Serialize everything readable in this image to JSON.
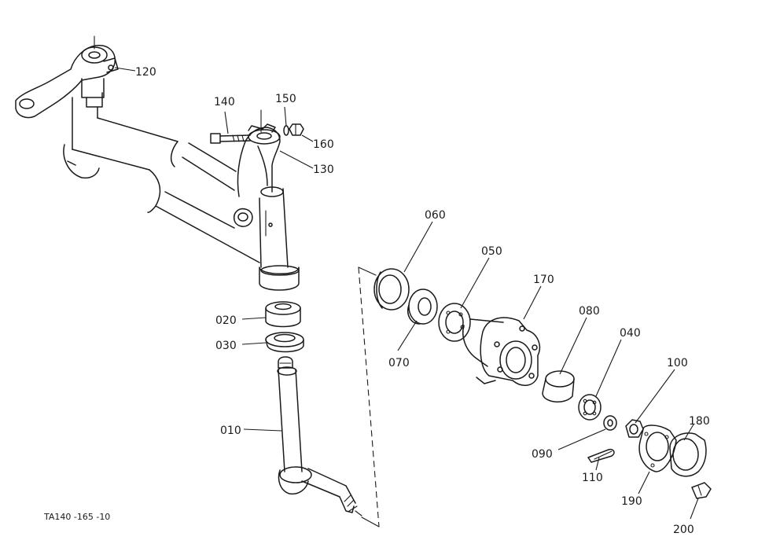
{
  "drawing_code": "TA140 -165 -10",
  "parts": [
    {
      "id": "p010",
      "number": "010"
    },
    {
      "id": "p020",
      "number": "020"
    },
    {
      "id": "p030",
      "number": "030"
    },
    {
      "id": "p040",
      "number": "040"
    },
    {
      "id": "p050",
      "number": "050"
    },
    {
      "id": "p060",
      "number": "060"
    },
    {
      "id": "p070",
      "number": "070"
    },
    {
      "id": "p080",
      "number": "080"
    },
    {
      "id": "p090",
      "number": "090"
    },
    {
      "id": "p100",
      "number": "100"
    },
    {
      "id": "p110",
      "number": "110"
    },
    {
      "id": "p120",
      "number": "120"
    },
    {
      "id": "p130",
      "number": "130"
    },
    {
      "id": "p140",
      "number": "140"
    },
    {
      "id": "p150",
      "number": "150"
    },
    {
      "id": "p160",
      "number": "160"
    },
    {
      "id": "p170",
      "number": "170"
    },
    {
      "id": "p180",
      "number": "180"
    },
    {
      "id": "p190",
      "number": "190"
    },
    {
      "id": "p200",
      "number": "200"
    }
  ]
}
